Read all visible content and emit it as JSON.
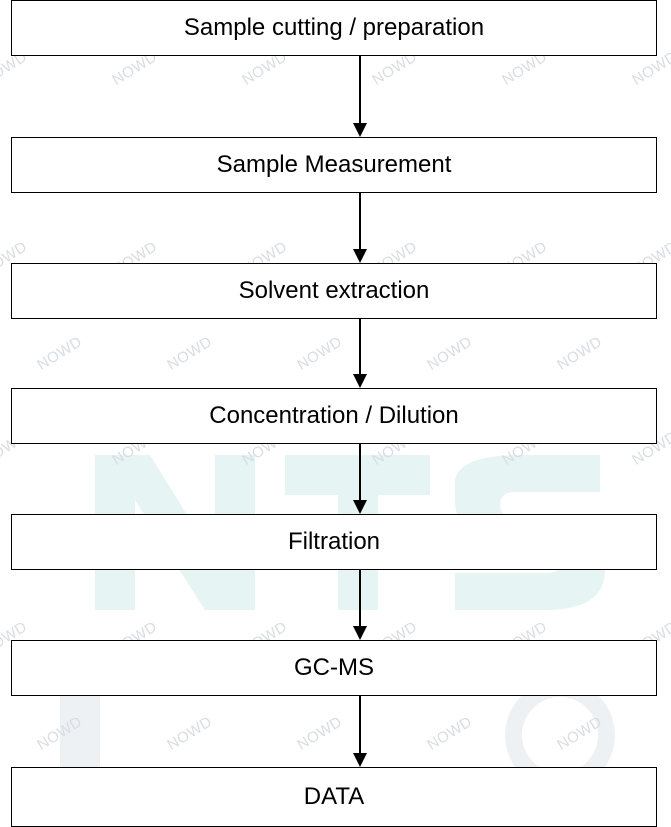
{
  "watermark": {
    "text": "NOWD"
  },
  "flowchart": {
    "steps": [
      {
        "label": "Sample cutting / preparation"
      },
      {
        "label": "Sample Measurement"
      },
      {
        "label": "Solvent extraction"
      },
      {
        "label": "Concentration / Dilution"
      },
      {
        "label": "Filtration"
      },
      {
        "label": "GC-MS"
      },
      {
        "label": "DATA"
      }
    ]
  },
  "colors": {
    "box_border": "#000000",
    "arrow": "#000000",
    "watermark": "#d7dde3",
    "logo_tint": "#e3f3f2"
  }
}
